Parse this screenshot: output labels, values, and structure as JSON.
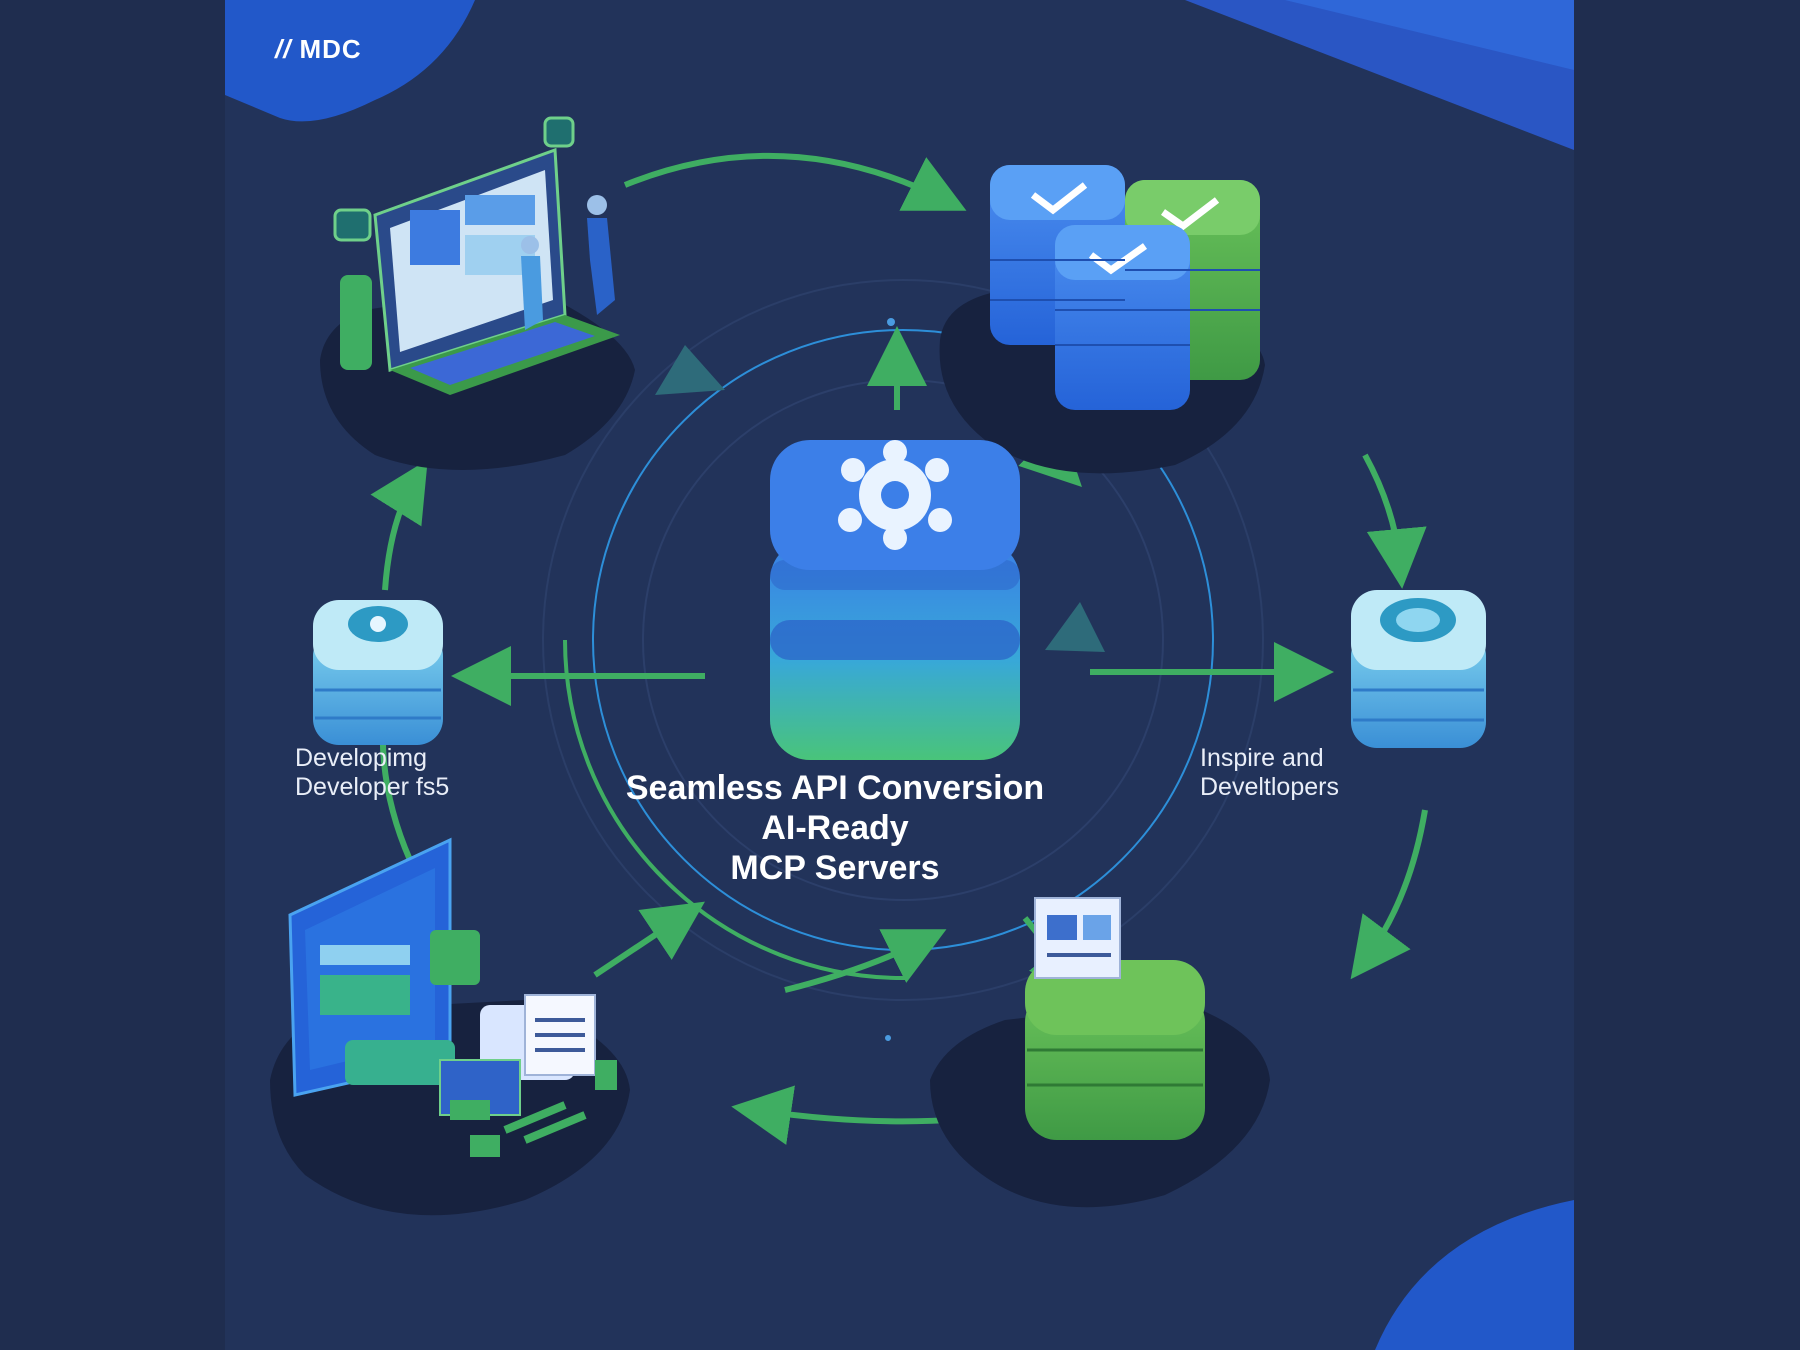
{
  "brand": {
    "logo_mark": "//",
    "logo_text": "MDC"
  },
  "center": {
    "title_line1": "Seamless API Conversion",
    "title_line2": "AI-Ready",
    "title_line3": "MCP Servers"
  },
  "labels": {
    "left_line1": "Developimg",
    "left_line2": "Developer fs5",
    "right_line1": "Inspire and",
    "right_line2": "Develtlopers"
  },
  "colors": {
    "background": "#22335a",
    "accent_green": "#3fae62",
    "accent_blue": "#2f7fe0",
    "ring": "#2d8fd9",
    "platform": "#182447"
  },
  "icons": [
    "mdc-logo-icon",
    "network-gear-icon",
    "checkmark-icon",
    "laptop-dashboard-icon",
    "database-stack-icon",
    "document-panel-icon"
  ]
}
